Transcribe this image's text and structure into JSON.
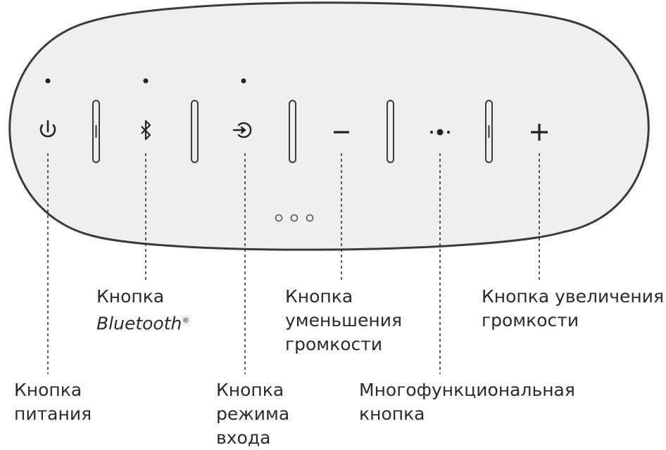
{
  "diagram": {
    "title": "",
    "labels": {
      "power": {
        "line1": "Кнопка",
        "line2": "питания"
      },
      "bluetooth": {
        "line1": "Кнопка",
        "line2": "Bluetooth",
        "reg": "®"
      },
      "input": {
        "line1": "Кнопка",
        "line2": "режима",
        "line3": "входа"
      },
      "volume_down": {
        "line1": "Кнопка",
        "line2": "уменьшения",
        "line3": "громкости"
      },
      "multifunction": {
        "line1": "Многофункциональная",
        "line2": "кнопка"
      },
      "volume_up": {
        "line1": "Кнопка увеличения",
        "line2": "громкости"
      }
    },
    "colors": {
      "outline": "#3a3a3a",
      "fill": "#efefef",
      "text": "#2a2a2a"
    },
    "icons": [
      "power-icon",
      "bluetooth-icon",
      "input-mode-icon",
      "minus-icon",
      "multifunction-icon",
      "plus-icon"
    ]
  }
}
